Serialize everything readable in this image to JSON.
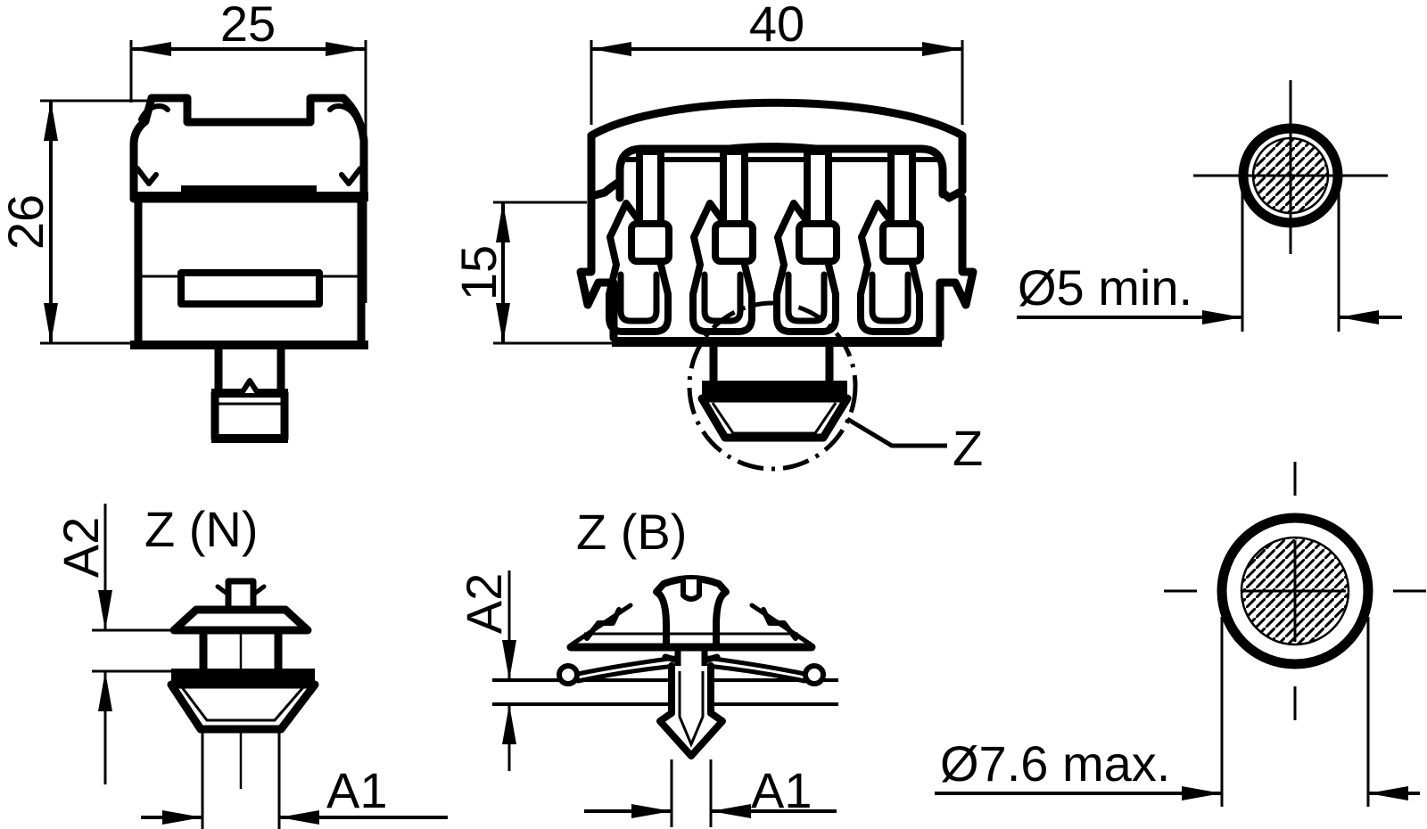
{
  "ink_color": "#000000",
  "paper_color": "#ffffff",
  "views": {
    "side": {
      "width_dim": "25",
      "height_dim": "26"
    },
    "front": {
      "width_dim": "40",
      "height_dim": "15",
      "detail_ref": "Z"
    },
    "cable_min": {
      "label": "Ø5 min."
    },
    "cable_max": {
      "label": "Ø7.6 max."
    },
    "detail_n": {
      "title": "Z (N)",
      "a1": "A1",
      "a2": "A2"
    },
    "detail_b": {
      "title": "Z (B)",
      "a1": "A1",
      "a2": "A2"
    }
  }
}
